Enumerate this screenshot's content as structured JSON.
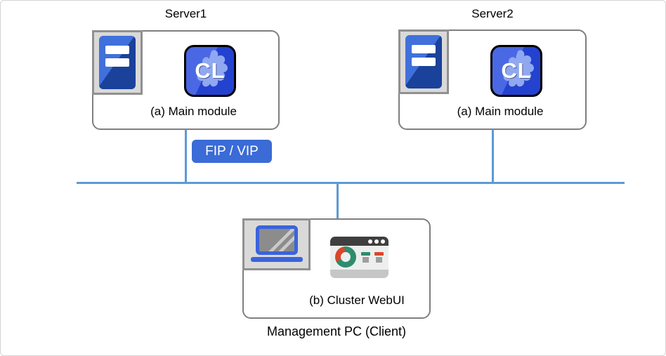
{
  "colors": {
    "line-blue": "#5B9BD5",
    "box-border": "#7F7F7F",
    "icon-box-bg": "#D9D9D9",
    "icon-box-border": "#909090",
    "accent-blue": "#3A6BD7",
    "server-blue-light": "#4070DB",
    "server-blue-dark": "#1A429A",
    "cl-blue-light": "#4A68E4",
    "cl-blue-dark": "#2442D0",
    "cl-blob": "#8FA8F0",
    "laptop-blue": "#3B63DC",
    "screen-gray": "#8C8C8C",
    "window-bar": "#3F3F3F",
    "window-body": "#EDEFEE",
    "window-footer": "#C6C6C6",
    "donut-green": "#2E8C6F",
    "donut-red": "#D9472B",
    "stat-gray": "#9E9E9E"
  },
  "nodes": {
    "server1": {
      "title": "Server1",
      "module": "(a) Main module",
      "app_icon_label": "CL"
    },
    "server2": {
      "title": "Server2",
      "module": "(a) Main module",
      "app_icon_label": "CL"
    },
    "management_pc": {
      "module": "(b) Cluster WebUI",
      "caption": "Management PC (Client)"
    }
  },
  "badges": {
    "fip_vip": "FIP / VIP"
  },
  "icons": {
    "server": "server-tower-icon",
    "cluster_app": "cl-app-icon",
    "laptop": "laptop-icon",
    "webui": "browser-window-icon",
    "donut": "donut-chart-icon"
  }
}
